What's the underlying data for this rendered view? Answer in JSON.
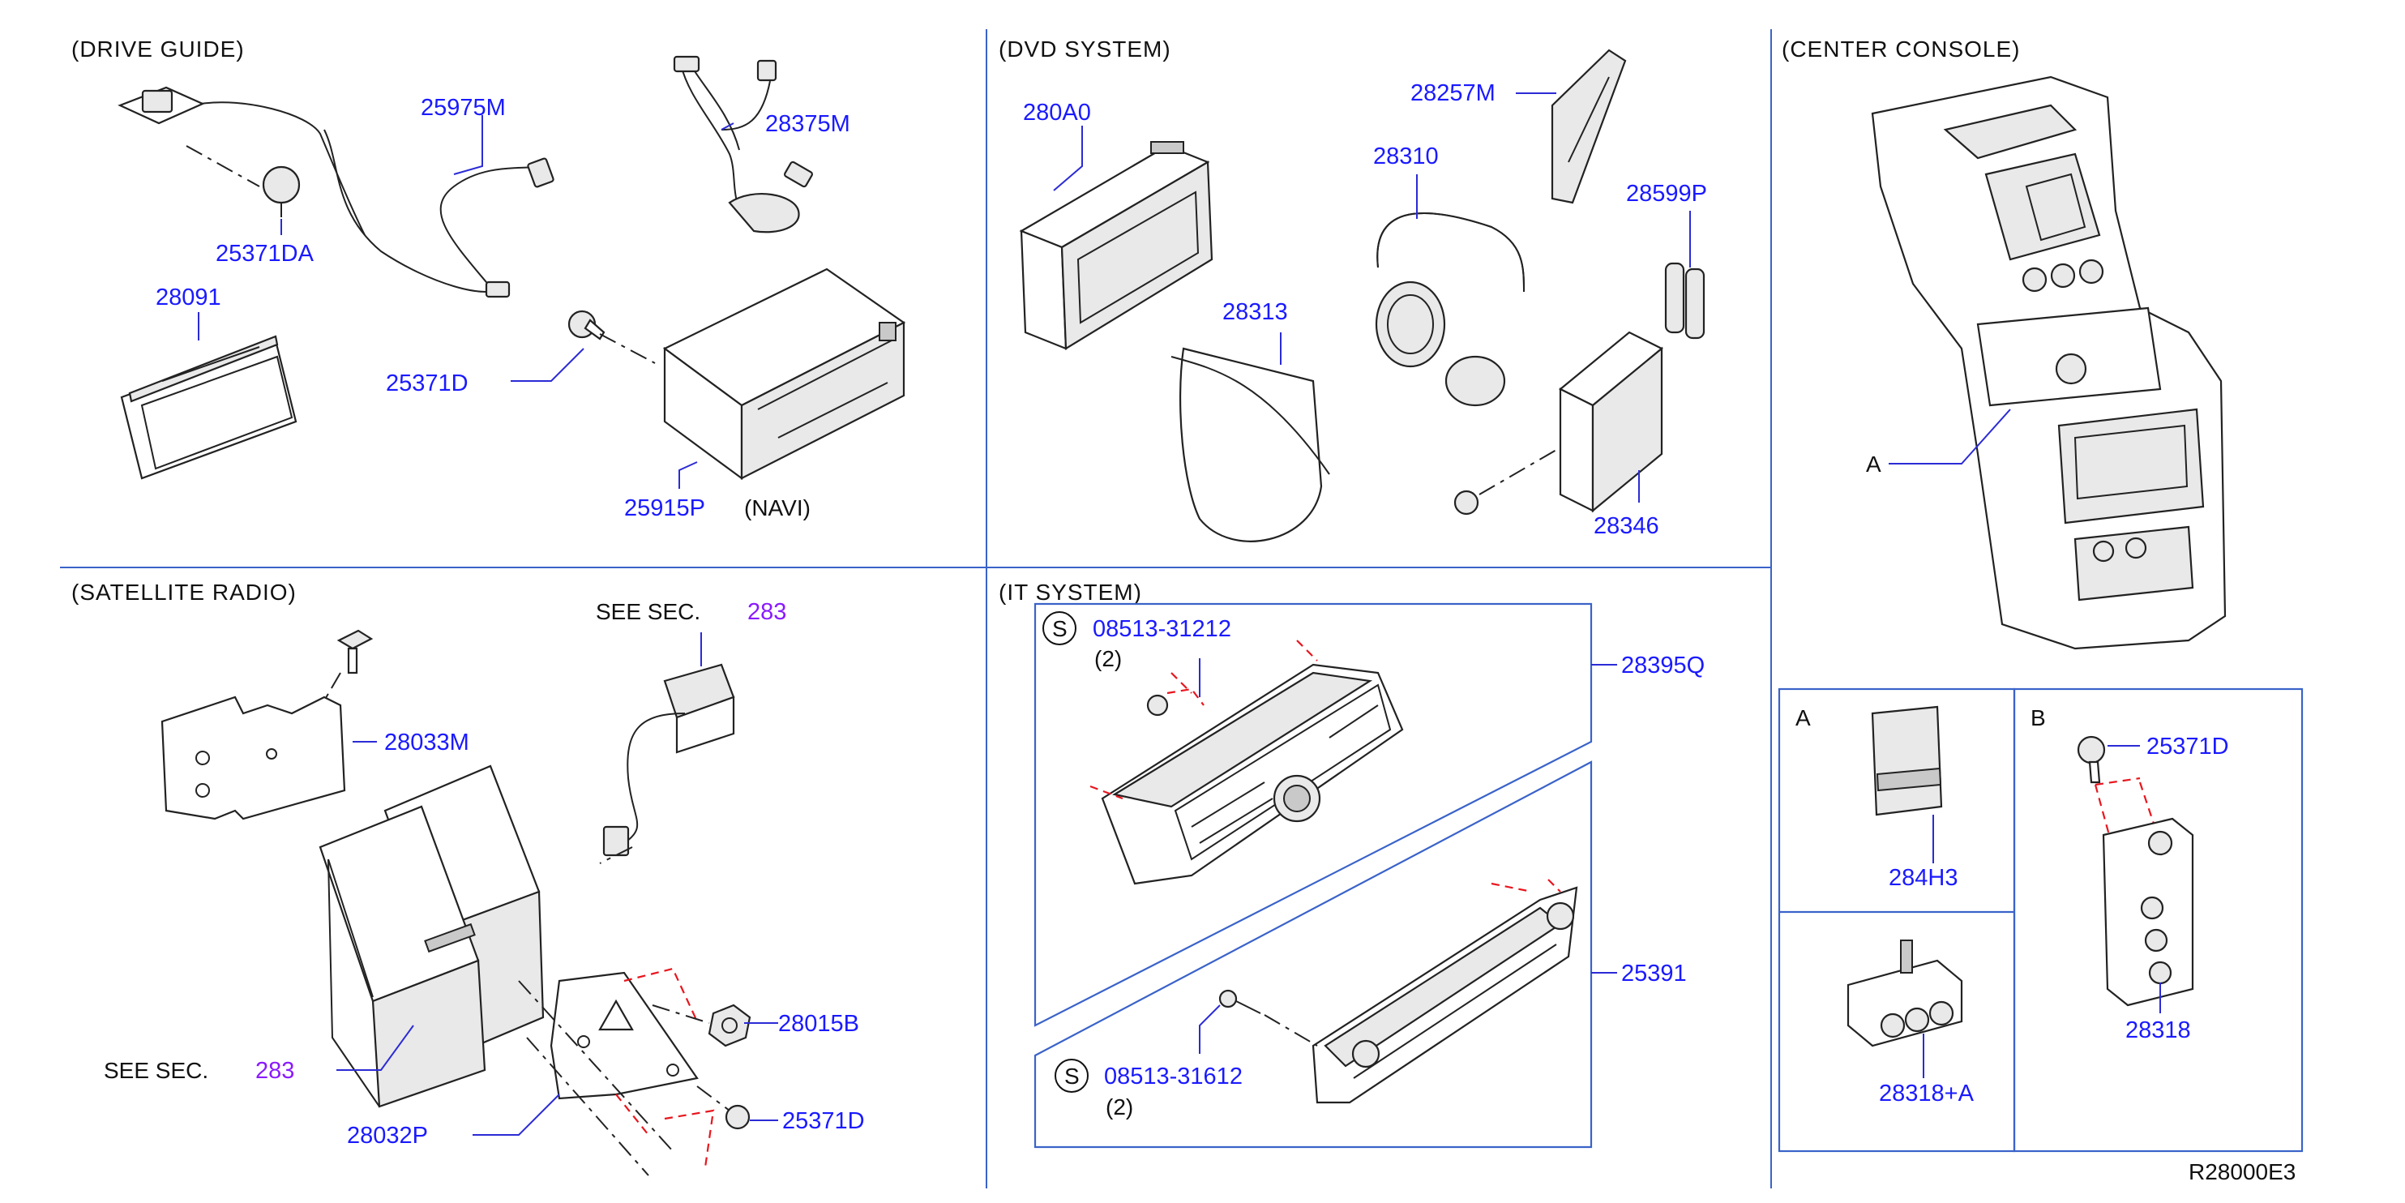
{
  "sections": {
    "drive_guide": "(DRIVE   GUIDE)",
    "dvd_system": "(DVD   SYSTEM)",
    "center_console": "(CENTER   CONSOLE)",
    "satellite_radio": "(SATELLITE   RADIO)",
    "it_system": "(IT   SYSTEM)"
  },
  "parts": {
    "p25975M": "25975M",
    "p28375M": "28375M",
    "p25371DA": "25371DA",
    "p28091": "28091",
    "p25371D_a": "25371D",
    "p25915P": "25915P",
    "navi": "(NAVI)",
    "p280A0": "280A0",
    "p28257M": "28257M",
    "p28310": "28310",
    "p28599P": "28599P",
    "p28313": "28313",
    "p28346": "28346",
    "callout_A": "A",
    "see_sec_1": "SEE   SEC.",
    "sec_ref_1": "283",
    "p28033M": "28033M",
    "p28015B": "28015B",
    "see_sec_2": "SEE   SEC.",
    "sec_ref_2": "283",
    "p25371D_b": "25371D",
    "p28032P": "28032P",
    "s_badge_1": "S",
    "bolt_1": "08513-31212",
    "qty_1": "(2)",
    "p28395Q": "28395Q",
    "p25391": "25391",
    "s_badge_2": "S",
    "bolt_2": "08513-31612",
    "qty_2": "(2)",
    "detail_A": "A",
    "p284H3": "284H3",
    "p28318A": "28318+A",
    "detail_B": "B",
    "p25371D_c": "25371D",
    "p28318": "28318",
    "diagram_code": "R28000E3"
  }
}
